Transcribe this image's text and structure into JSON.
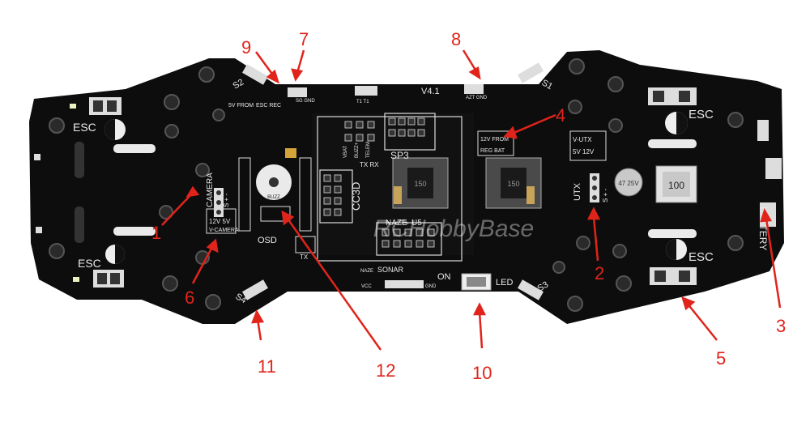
{
  "board": {
    "version": "V4.1",
    "watermark": "RCHobbyBase",
    "colors": {
      "pcb": "#0d0d0d",
      "silk": "#e8e8e8",
      "callout": "#e0241b",
      "copper": "#cfcfcf"
    },
    "labels": {
      "esc_tl": "ESC",
      "esc_bl": "ESC",
      "esc_tr": "ESC",
      "esc_br": "ESC",
      "camera": "CAMERA",
      "camera_pins": "S + -",
      "camera_v": "12V 5V",
      "v_camera": "V-CAMERA",
      "osd": "OSD",
      "buzz": "BUZZ",
      "cc3d": "CC3D",
      "sp3": "SP3",
      "naze": "NAZE",
      "naze_num": "U5",
      "sonar": "SONAR",
      "naze_sonar": "NAZE",
      "vcc": "VCC",
      "gnd": "GND",
      "tx_rx": "TX RX",
      "tx": "TX",
      "utx": "UTX",
      "v_utx": "V-UTX",
      "utx_v": "5V 12V",
      "utx_pins": "S + -",
      "battery": "BATTERY",
      "from_12v": "12V FROM",
      "reg_bat": "REG BAT",
      "from_5v": "5V FROM",
      "esc_rec": "ESC REC",
      "s1": "S1",
      "s2": "S2",
      "s3": "S3",
      "s4": "S4",
      "on": "ON",
      "led": "LED",
      "inductor1": "150",
      "inductor2": "150",
      "inductor3": "100",
      "cap": "47 25V",
      "vbat": "VBAT",
      "buzz_pin": "BUZZ+",
      "telem": "TELEM",
      "sg": "SG GND",
      "t1_t": "T1 T1",
      "zn": "AZT GND"
    },
    "callouts": [
      "1",
      "2",
      "3",
      "4",
      "5",
      "6",
      "7",
      "8",
      "9",
      "10",
      "11",
      "12"
    ]
  }
}
